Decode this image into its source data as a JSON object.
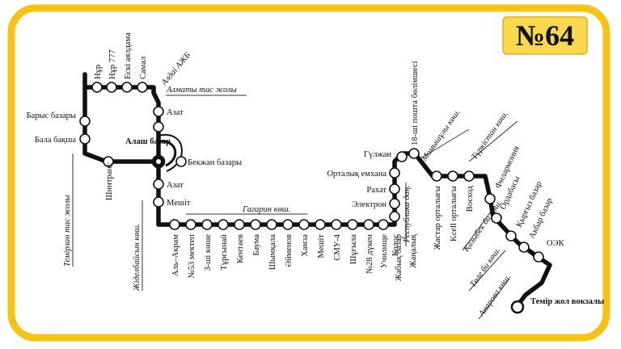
{
  "route": {
    "number": "№64",
    "colors": {
      "frame": "#f6c214",
      "badge": "#f9d84e",
      "line": "#111111",
      "stop_fill": "#ffffff"
    }
  },
  "streets": [
    {
      "id": "almaty",
      "text": "Алматы тас жолы"
    },
    {
      "id": "aldazhb",
      "text": "Алдаі АЖБ"
    },
    {
      "id": "temirlan",
      "text": "Темірлан тас жолы"
    },
    {
      "id": "zhideli",
      "text": "Жіделбайсын көш."
    },
    {
      "id": "gagarin",
      "text": "Гагарин көш."
    },
    {
      "id": "respublika",
      "text": "Республика даң."
    },
    {
      "id": "momyshuly",
      "text": "Момышұлы көш."
    },
    {
      "id": "turkistan",
      "text": "Түркістан көш."
    },
    {
      "id": "kazybek",
      "text": "Қазыбек би көш."
    },
    {
      "id": "tole",
      "text": "Төле би көш."
    },
    {
      "id": "anarova",
      "text": "Анарова көш."
    }
  ],
  "stops": [
    {
      "id": "nur",
      "text": "Нұр"
    },
    {
      "id": "nur777",
      "text": "Нұр 777"
    },
    {
      "id": "eski",
      "text": "Ескі аялдама"
    },
    {
      "id": "samal",
      "text": "Самал"
    },
    {
      "id": "azat1",
      "text": "Азат"
    },
    {
      "id": "barys",
      "text": "Барыс базары"
    },
    {
      "id": "bala",
      "text": "Бала бақша"
    },
    {
      "id": "alash",
      "text": "Алаш базар"
    },
    {
      "id": "bekzhan",
      "text": "Бекжан базары"
    },
    {
      "id": "shintrans",
      "text": "Шинтранс"
    },
    {
      "id": "azat2",
      "text": "Азат"
    },
    {
      "id": "meshit1",
      "text": "Мешіт"
    },
    {
      "id": "alakram",
      "text": "Аль–Акрам"
    },
    {
      "id": "m53",
      "text": "№53 мектеп"
    },
    {
      "id": "k3",
      "text": "3-ші көше"
    },
    {
      "id": "tursynai",
      "text": "Тұрсынай"
    },
    {
      "id": "kentaev",
      "text": "Кентаев"
    },
    {
      "id": "bauma",
      "text": "Баума"
    },
    {
      "id": "shymkala",
      "text": "Шымқала"
    },
    {
      "id": "aimenov",
      "text": "Әйменов"
    },
    {
      "id": "hamza",
      "text": "Хамза"
    },
    {
      "id": "meshit2",
      "text": "Мешіт"
    },
    {
      "id": "smu4",
      "text": "СМУ-4"
    },
    {
      "id": "shugyla",
      "text": "Шұғыла"
    },
    {
      "id": "d28",
      "text": "№28 дүкен"
    },
    {
      "id": "uchilishe",
      "text": "Училище"
    },
    {
      "id": "zhabyk",
      "text": "Жабық базар"
    },
    {
      "id": "zhanalyk",
      "text": "Жаңалық"
    },
    {
      "id": "kolos",
      "text": "Колос"
    },
    {
      "id": "elektron",
      "text": "Электрон"
    },
    {
      "id": "rahat",
      "text": "Рахат"
    },
    {
      "id": "emhana",
      "text": "Орталық емхана"
    },
    {
      "id": "gulzhan",
      "text": "Гүлжан"
    },
    {
      "id": "poshta",
      "text": "18-ші пошта бөлімшесі"
    },
    {
      "id": "zhastar",
      "text": "Жастар орталығы"
    },
    {
      "id": "kcell",
      "text": "Kcell орталығы"
    },
    {
      "id": "voskhod",
      "text": "Восход"
    },
    {
      "id": "filarmonia",
      "text": "Филармония"
    },
    {
      "id": "ordabasy",
      "text": "Ордабасы"
    },
    {
      "id": "kyrgyz",
      "text": "Қырғыз базар"
    },
    {
      "id": "akbar",
      "text": "Акбар базар"
    },
    {
      "id": "oek",
      "text": "ОЭК"
    },
    {
      "id": "vokzal",
      "text": "Темір жол вокзалы"
    }
  ]
}
